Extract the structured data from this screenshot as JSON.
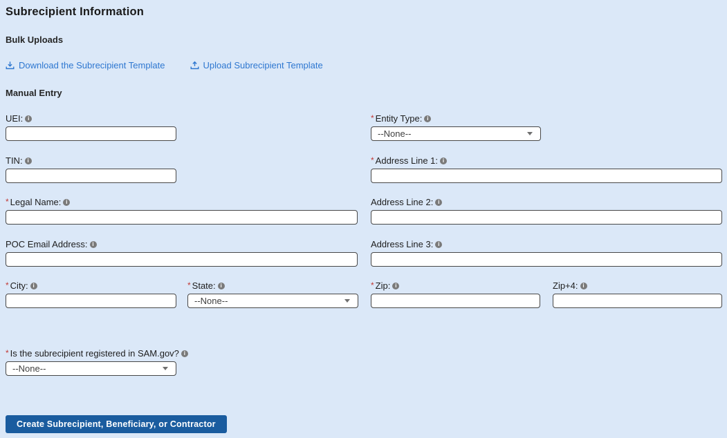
{
  "page": {
    "title": "Subrecipient Information"
  },
  "colors": {
    "background": "#dbe8f8",
    "link": "#2e77d0",
    "button": "#1a5c9f",
    "required_marker": "#c23934",
    "input_border": "#474747"
  },
  "bulk_uploads": {
    "heading": "Bulk Uploads",
    "download_link": "Download the Subrecipient Template",
    "upload_link": "Upload Subrecipient Template"
  },
  "manual_entry": {
    "heading": "Manual Entry"
  },
  "fields": {
    "uei": {
      "label": "UEI:",
      "req": "",
      "value": "",
      "placeholder": ""
    },
    "entity_type": {
      "label": "Entity Type:",
      "req": "*",
      "value": "--None--"
    },
    "tin": {
      "label": "TIN:",
      "req": "",
      "value": "",
      "placeholder": ""
    },
    "address1": {
      "label": "Address Line 1:",
      "req": "*",
      "value": "",
      "placeholder": ""
    },
    "legal_name": {
      "label": "Legal Name:",
      "req": "*",
      "value": "",
      "placeholder": ""
    },
    "address2": {
      "label": "Address Line 2:",
      "req": "",
      "value": "",
      "placeholder": ""
    },
    "poc_email": {
      "label": "POC Email Address:",
      "req": "",
      "value": "",
      "placeholder": ""
    },
    "address3": {
      "label": "Address Line 3:",
      "req": "",
      "value": "",
      "placeholder": ""
    },
    "city": {
      "label": "City:",
      "req": "*",
      "value": "",
      "placeholder": ""
    },
    "state": {
      "label": "State:",
      "req": "*",
      "value": "--None--"
    },
    "zip": {
      "label": "Zip:",
      "req": "*",
      "value": "",
      "placeholder": ""
    },
    "zip4": {
      "label": "Zip+4:",
      "req": "",
      "value": "",
      "placeholder": ""
    },
    "sam": {
      "label": "Is the subrecipient registered in SAM.gov?",
      "req": "*",
      "value": "--None--"
    }
  },
  "actions": {
    "create_button": "Create Subrecipient, Beneficiary, or Contractor"
  }
}
